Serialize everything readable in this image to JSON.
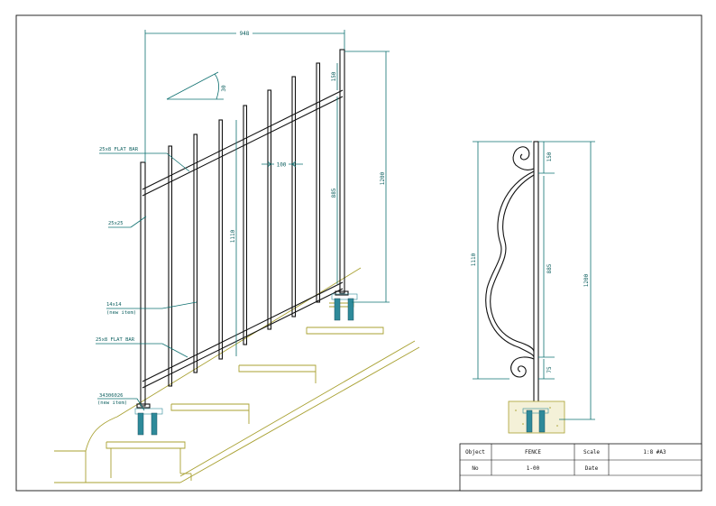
{
  "drawing": {
    "dimensions": {
      "overall_width": "948",
      "post_height": "1200",
      "top_gap": "150",
      "bar_length": "885",
      "inner_height": "1110",
      "spacing": "100",
      "angle": "30",
      "side_top_gap": "150",
      "side_bar_length": "885",
      "side_bottom_gap": "75",
      "side_inner_height": "1110",
      "side_post_height": "1200"
    },
    "labels": {
      "top_flat_bar": "25x8 FLAT BAR",
      "post": "25x25",
      "bar": "14x14",
      "bar_note": "(new item)",
      "bottom_flat_bar": "25x8 FLAT BAR",
      "anchor": "34306026",
      "anchor_note": "(new item)"
    }
  },
  "title_block": {
    "object_label": "Object",
    "object_value": "FENCE",
    "scale_label": "Scale",
    "scale_value": "1:8 #A3",
    "no_label": "No",
    "no_value": "1-00",
    "date_label": "Date",
    "date_value": ""
  }
}
